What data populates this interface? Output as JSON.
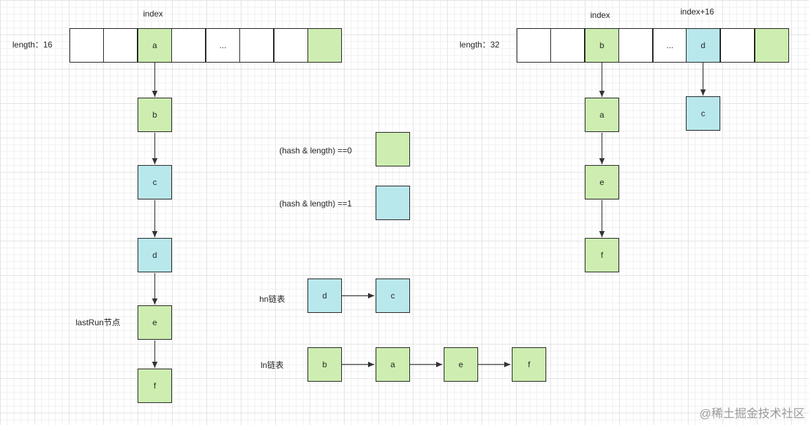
{
  "left_table": {
    "index_label": "index",
    "length_label": "length：16",
    "cells": [
      "",
      "",
      "a",
      "",
      "...",
      "",
      "",
      ""
    ],
    "chain": [
      "b",
      "c",
      "d",
      "e",
      "f"
    ],
    "last_run_label": "lastRun节点"
  },
  "right_table": {
    "index_label": "index",
    "index16_label": "index+16",
    "length_label": "length：32",
    "cells": [
      "",
      "",
      "b",
      "",
      "...",
      "d",
      "",
      ""
    ],
    "chain_index": [
      "a",
      "e",
      "f"
    ],
    "chain_index16": [
      "c"
    ]
  },
  "legend": {
    "green_label": "(hash & length) ==0",
    "blue_label": "(hash & length) ==1",
    "green_color": "#cdeeb0",
    "blue_color": "#b9e8ec"
  },
  "hn_list": {
    "label": "hn链表",
    "nodes": [
      "d",
      "c"
    ]
  },
  "ln_list": {
    "label": "ln链表",
    "nodes": [
      "b",
      "a",
      "e",
      "f"
    ]
  },
  "watermark": "@稀土掘金技术社区"
}
